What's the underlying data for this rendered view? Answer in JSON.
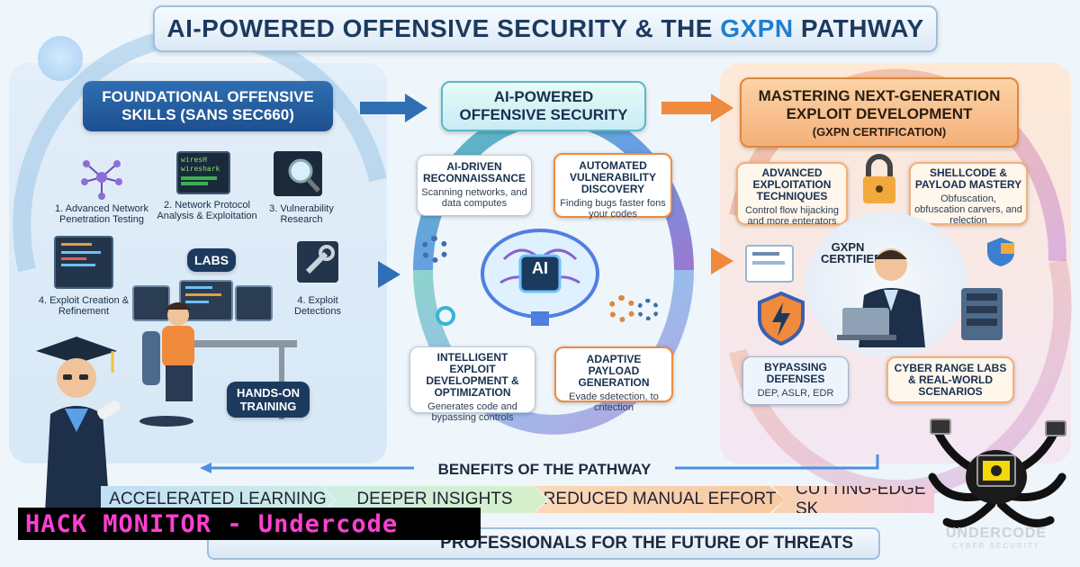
{
  "title": {
    "prefix": "AI-POWERED OFFENSIVE SECURITY & THE ",
    "highlight": "GXPN",
    "suffix": " PATHWAY"
  },
  "foundational": {
    "heading": "FOUNDATIONAL OFFENSIVE SKILLS (SANS SEC660)",
    "items": [
      {
        "label": "1. Advanced Network Penetration Testing",
        "icon": "network-nodes-icon"
      },
      {
        "label": "2. Network Protocol Analysis & Exploitation",
        "icon": "wireshark-window-icon",
        "window_text": "wiresH wireshark"
      },
      {
        "label": "3. Vulnerability Research",
        "icon": "magnifier-code-icon"
      },
      {
        "label": "4. Exploit Creation & Refinement",
        "icon": "code-editor-icon"
      },
      {
        "label": "4. Exploit Detections",
        "icon": "wrench-icon"
      }
    ],
    "labs_label": "LABS",
    "hands_on_label": "HANDS-ON TRAINING"
  },
  "ai": {
    "heading": "AI-POWERED OFFENSIVE SECURITY",
    "brain_label": "AI",
    "cards": [
      {
        "title": "AI-DRIVEN RECONNAISSANCE",
        "desc": "Scanning networks, and data computes"
      },
      {
        "title": "AUTOMATED VULNERABILITY DISCOVERY",
        "desc": "Finding bugs faster fons your codes"
      },
      {
        "title": "INTELLIGENT EXPLOIT DEVELOPMENT & OPTIMIZATION",
        "desc": "Generates code and bypassing controls"
      },
      {
        "title": "ADAPTIVE PAYLOAD GENERATION",
        "desc": "Evade sdetection, to cntection"
      }
    ]
  },
  "gxpn": {
    "heading": "MASTERING NEXT-GENERATION EXPLOIT DEVELOPMENT",
    "subheading": "(GXPN CERTIFICATION)",
    "certified_label": "GXPN CERTIFIED",
    "cards": [
      {
        "title": "ADVANCED EXPLOITATION TECHNIQUES",
        "desc": "Control flow hijacking and more enterators"
      },
      {
        "title": "SHELLCODE & PAYLOAD MASTERY",
        "desc": "Obfuscation, obfuscation carvers, and relection"
      },
      {
        "title": "BYPASSING DEFENSES",
        "desc": "DEP, ASLR, EDR"
      },
      {
        "title": "CYBER RANGE LABS & REAL-WORLD SCENARIOS",
        "desc": ""
      }
    ]
  },
  "benefits": {
    "heading": "BENEFITS OF THE PATHWAY",
    "items": [
      "ACCELERATED LEARNING",
      "DEEPER INSIGHTS",
      "REDUCED MANUAL EFFORT",
      "CUTTING-EDGE SK"
    ]
  },
  "footer": {
    "text": "PROFESSIONALS FOR THE FUTURE OF THREATS"
  },
  "watermark": {
    "text": "HACK MONITOR - Undercode",
    "logo_text": "UNDERCODE",
    "logo_sub": "CYBER SECURITY"
  },
  "colors": {
    "accent_blue": "#1f7fd0",
    "dark_navy": "#1c3a5e",
    "teal": "#3fb6a8",
    "orange": "#f08a3c",
    "purple": "#8a63c9",
    "magenta": "#ff3fd0"
  }
}
